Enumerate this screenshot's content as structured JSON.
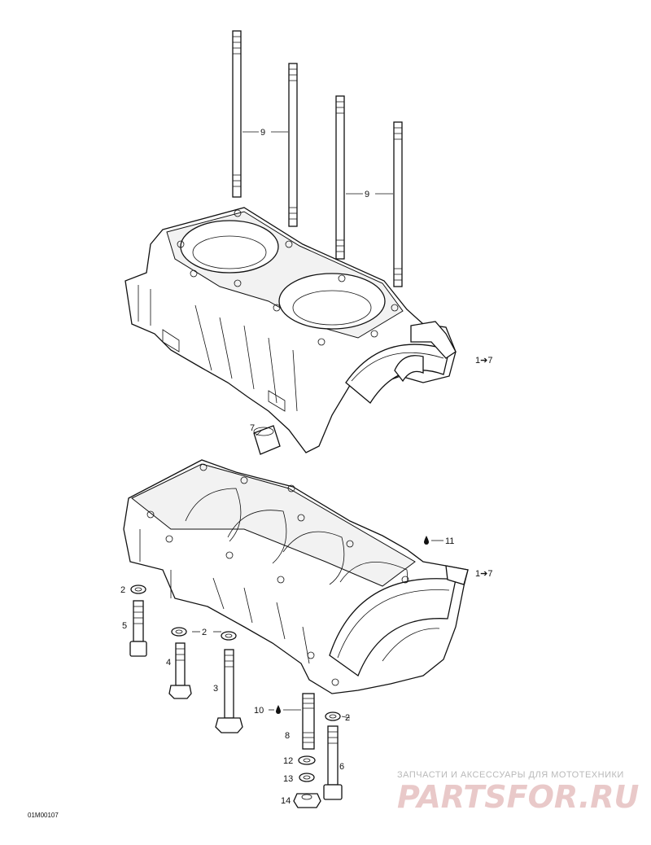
{
  "callouts": {
    "stud_upper_left": "9",
    "stud_upper_right": "9",
    "ring_upper": "7",
    "ref_upper": "1➔7",
    "ref_lower": "1➔7",
    "sealant_lower_right": "11",
    "washer_left": "2",
    "washer_mid": "2",
    "washer_right": "2",
    "screw_left": "5",
    "screw_short": "4",
    "screw_long": "3",
    "sealant_stud": "10",
    "stud_lower": "8",
    "washer_flat": "12",
    "lock_washer": "13",
    "nut": "14",
    "screw_right": "6"
  },
  "drawing_code": "01M00107",
  "watermark": {
    "tagline": "ЗАПЧАСТИ И АКСЕССУАРЫ ДЛЯ МОТОТЕХНИКИ",
    "logo": "PARTSFOR.RU"
  }
}
